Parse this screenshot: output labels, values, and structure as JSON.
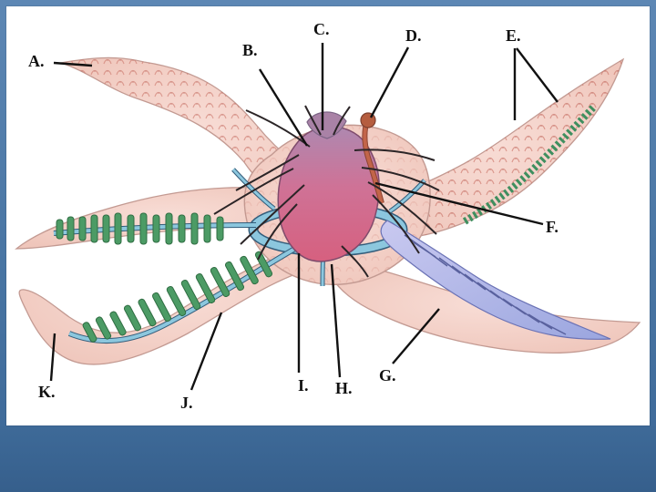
{
  "slide": {
    "background_color": "#4a76a4",
    "frame_color": "#ffffff"
  },
  "diagram": {
    "subject_icon": "starfish-anatomy-icon",
    "colors": {
      "body": "#f1c9be",
      "body_outline": "#b78f86",
      "texture": "#ca7767",
      "stomach": "#d76d91",
      "stomach_top": "#a982a6",
      "canal": "#8cc7de",
      "canal_outline": "#335d7b",
      "tube_feet": "#4c9b65",
      "gonad": "#aeb5e9",
      "madreporite_tube": "#b86347",
      "pointer": "#111111"
    },
    "labels": {
      "A": "A.",
      "B": "B.",
      "C": "C.",
      "D": "D.",
      "E": "E.",
      "F": "F.",
      "G": "G.",
      "H": "H.",
      "I": "I.",
      "J": "J.",
      "K": "K."
    }
  }
}
